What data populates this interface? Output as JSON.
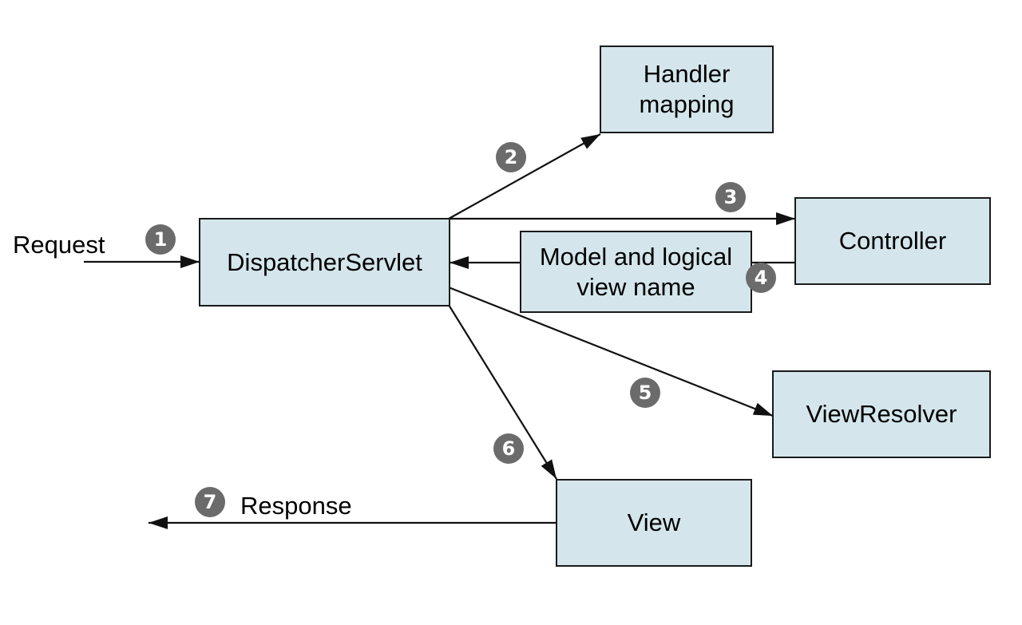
{
  "nodes": {
    "handler_mapping": {
      "lines": [
        "Handler",
        "mapping"
      ]
    },
    "controller": "Controller",
    "dispatcher_servlet": "DispatcherServlet",
    "model_view_name": {
      "lines": [
        "Model and logical",
        "view name"
      ]
    },
    "view_resolver": "ViewResolver",
    "view": "View"
  },
  "labels": {
    "request": "Request",
    "response": "Response"
  },
  "steps": [
    "1",
    "2",
    "3",
    "4",
    "5",
    "6",
    "7"
  ],
  "colors": {
    "box_fill": "#d4e6ec",
    "box_stroke": "#1a1a1a",
    "step_fill": "#6b6b6b",
    "step_text": "#ffffff"
  }
}
